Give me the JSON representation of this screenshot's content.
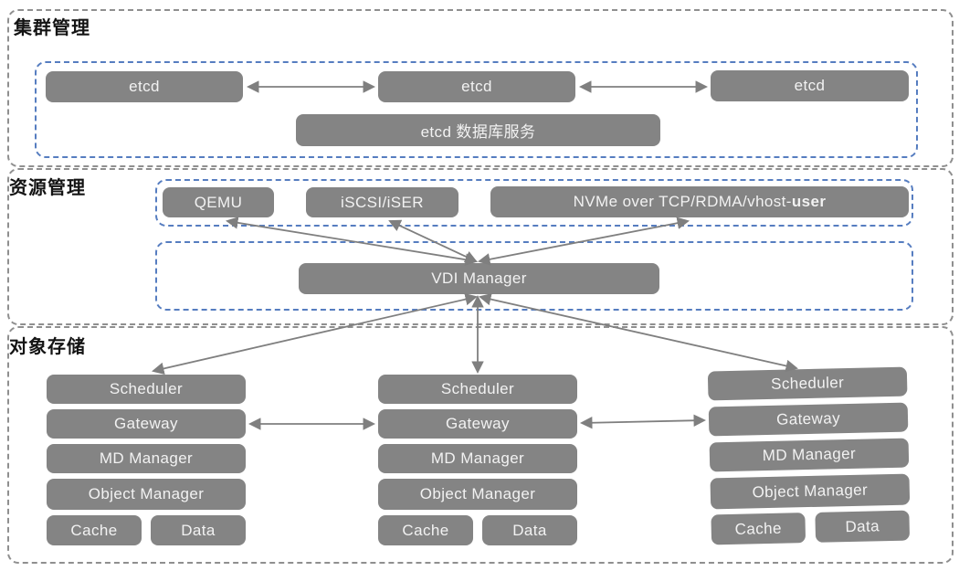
{
  "sections": [
    {
      "title": "集群管理"
    },
    {
      "title": "资源管理"
    },
    {
      "title": "对象存储"
    }
  ],
  "cluster": {
    "etcd1": "etcd",
    "etcd2": "etcd",
    "etcd3": "etcd",
    "etcd_db": "etcd 数据库服务"
  },
  "resource": {
    "qemu": "QEMU",
    "iscsi": "iSCSI/iSER",
    "nvme_normal": "NVMe over TCP/RDMA/vhost-",
    "nvme_bold": "user",
    "vdi": "VDI Manager"
  },
  "storage": {
    "columns": [
      {
        "scheduler": "Scheduler",
        "gateway": "Gateway",
        "md": "MD Manager",
        "object": "Object Manager",
        "cache": "Cache",
        "data": "Data"
      },
      {
        "scheduler": "Scheduler",
        "gateway": "Gateway",
        "md": "MD Manager",
        "object": "Object Manager",
        "cache": "Cache",
        "data": "Data"
      },
      {
        "scheduler": "Scheduler",
        "gateway": "Gateway",
        "md": "MD Manager",
        "object": "Object Manager",
        "cache": "Cache",
        "data": "Data"
      }
    ]
  },
  "connections": [
    {
      "from": "etcd1",
      "to": "etcd2",
      "style": "double-arrow"
    },
    {
      "from": "etcd2",
      "to": "etcd3",
      "style": "double-arrow"
    },
    {
      "from": "VDI Manager",
      "to": "QEMU",
      "style": "double-arrow"
    },
    {
      "from": "VDI Manager",
      "to": "iSCSI/iSER",
      "style": "double-arrow"
    },
    {
      "from": "VDI Manager",
      "to": "NVMe over TCP/RDMA/vhost-user",
      "style": "double-arrow"
    },
    {
      "from": "VDI Manager",
      "to": "Scheduler-left",
      "style": "double-arrow"
    },
    {
      "from": "VDI Manager",
      "to": "Scheduler-middle",
      "style": "double-arrow"
    },
    {
      "from": "VDI Manager",
      "to": "Scheduler-right",
      "style": "double-arrow"
    },
    {
      "from": "Gateway-left",
      "to": "Gateway-middle",
      "style": "double-arrow"
    },
    {
      "from": "Gateway-middle",
      "to": "Gateway-right",
      "style": "double-arrow"
    }
  ],
  "colors": {
    "node_fill": "#848484",
    "node_text": "#f2f2f2",
    "outer_dash": "#8f8f8f",
    "inner_dash": "#567dc0",
    "arrow": "#7f7f7f",
    "title_text": "#141414",
    "background": "#ffffff"
  }
}
